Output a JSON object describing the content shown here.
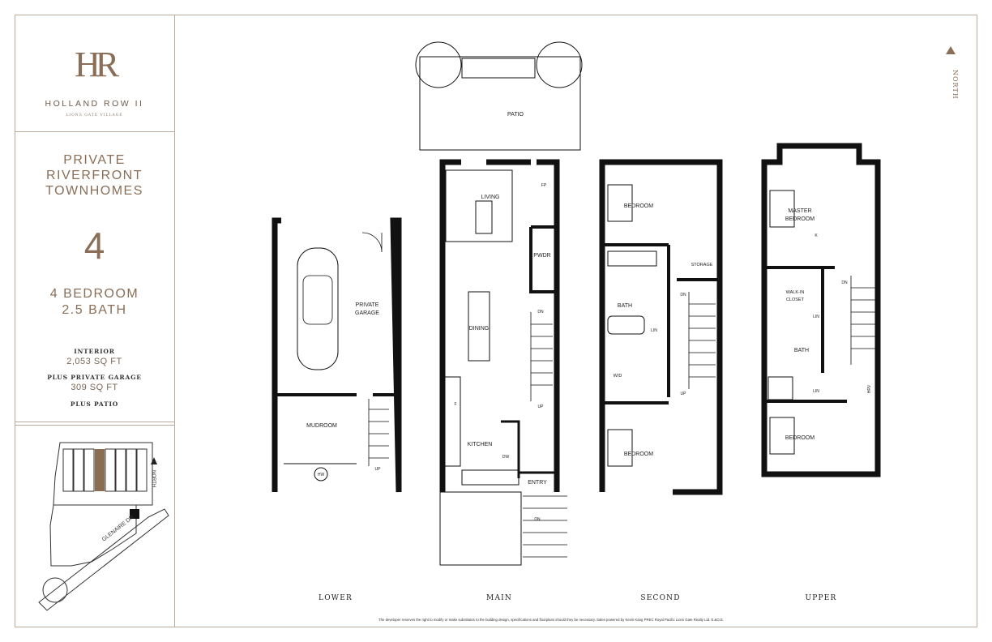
{
  "brand": {
    "monogram": "HR",
    "name": "HOLLAND ROW II",
    "subtitle": "LIONS GATE VILLAGE",
    "accent": "#8a6e57"
  },
  "title": {
    "line1": "PRIVATE",
    "line2": "RIVERFRONT",
    "line3": "TOWNHOMES",
    "plan_number": "4",
    "bedrooms": "4 BEDROOM",
    "baths": "2.5 BATH"
  },
  "areas": {
    "interior_label": "INTERIOR",
    "interior_value": "2,053 SQ FT",
    "garage_label": "PLUS PRIVATE GARAGE",
    "garage_value": "309 SQ FT",
    "patio_label": "PLUS PATIO"
  },
  "keyplan": {
    "street": "GLENAIRE DR",
    "north": "NORTH",
    "highlight_color": "#8b6d52"
  },
  "north_label": "NORTH",
  "levels": {
    "lower": "LOWER",
    "main": "MAIN",
    "second": "SECOND",
    "upper": "UPPER"
  },
  "rooms": {
    "lower": {
      "garage1": "PRIVATE",
      "garage2": "GARAGE",
      "mudroom": "MUDROOM",
      "hw": "HW",
      "up": "UP"
    },
    "main": {
      "patio": "PATIO",
      "living": "LIVING",
      "fp": "FP",
      "pwdr": "PWDR",
      "dining": "DINING",
      "kitchen": "KITCHEN",
      "entry": "ENTRY",
      "dw": "DW",
      "f": "F",
      "dn": "DN",
      "up": "UP",
      "dn2": "DN"
    },
    "second": {
      "bedroom1": "BEDROOM",
      "storage": "STORAGE",
      "bath": "BATH",
      "lin": "LIN",
      "wd": "W/D",
      "bedroom2": "BEDROOM",
      "dn": "DN",
      "up": "UP"
    },
    "upper": {
      "master1": "MASTER",
      "master2": "BEDROOM",
      "k": "K",
      "walkin1": "WALK-IN",
      "walkin2": "CLOSET",
      "lin1": "LIN",
      "bath": "BATH",
      "lin2": "LIN",
      "hrv": "HRV",
      "bedroom": "BEDROOM",
      "dn": "DN"
    }
  },
  "disclaimer": "The developer reserves the right to modify or make substitutes to the building design, specifications and floorplans should they be necessary. Sales powered by Kevin Kang PREC Royal Pacific Lions Gate Realty Ltd. E.&O.E."
}
